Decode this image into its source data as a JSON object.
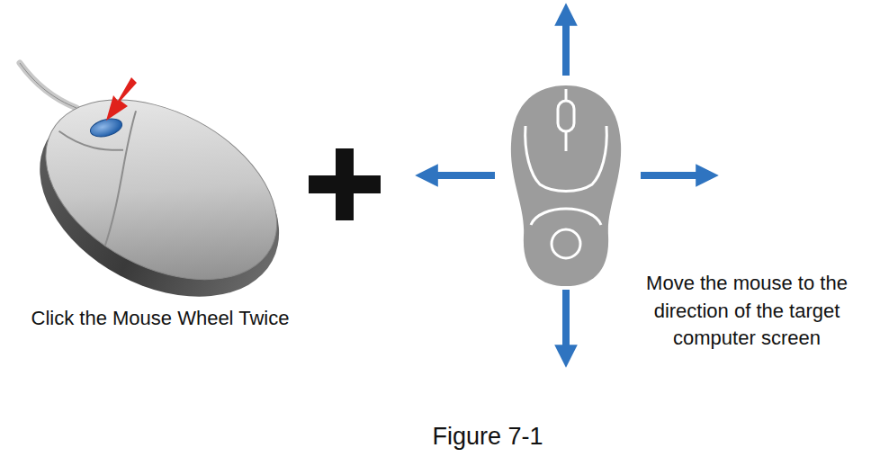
{
  "diagram": {
    "caption": "Figure 7-1",
    "labels": [
      "Click the Mouse Wheel Twice",
      "Move the mouse to the direction of the target computer screen"
    ]
  }
}
